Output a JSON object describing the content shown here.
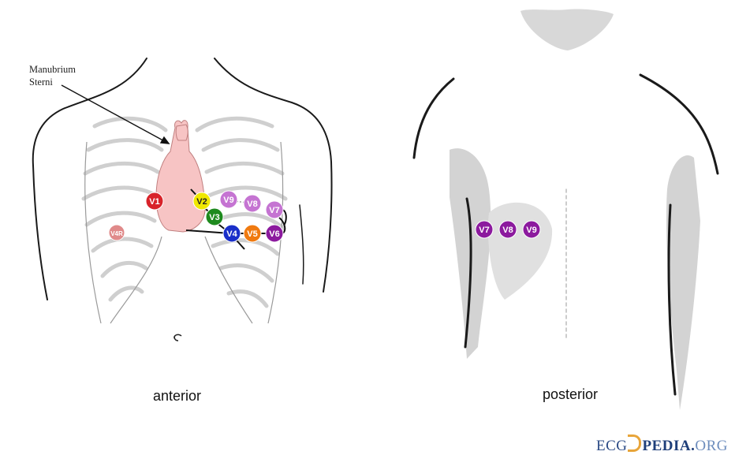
{
  "anterior_label": "anterior",
  "posterior_label": "posterior",
  "annotation": {
    "line1": "Manubrium",
    "line2": "Sterni"
  },
  "logo": {
    "part1": "ECG",
    "part2": "PEDIA.",
    "part3": "ORG"
  },
  "anterior_electrodes": [
    {
      "label": "V1",
      "color": "#d8232a"
    },
    {
      "label": "V2",
      "color": "#f0e800"
    },
    {
      "label": "V3",
      "color": "#1e8a1e"
    },
    {
      "label": "V4",
      "color": "#1a2fc9"
    },
    {
      "label": "V5",
      "color": "#f07a10"
    },
    {
      "label": "V6",
      "color": "#8c1a9e"
    },
    {
      "label": "V7",
      "color": "#c574d2"
    },
    {
      "label": "V8",
      "color": "#c574d2"
    },
    {
      "label": "V9",
      "color": "#c574d2"
    },
    {
      "label": "V4R",
      "color": "#e08a8a"
    }
  ],
  "posterior_electrodes": [
    {
      "label": "V7",
      "color": "#8c1a9e"
    },
    {
      "label": "V8",
      "color": "#8c1a9e"
    },
    {
      "label": "V9",
      "color": "#8c1a9e"
    }
  ],
  "colors": {
    "heart": "#f7c4c4",
    "body_shading": "#d3d3d3",
    "outline": "#1a1a1a"
  }
}
